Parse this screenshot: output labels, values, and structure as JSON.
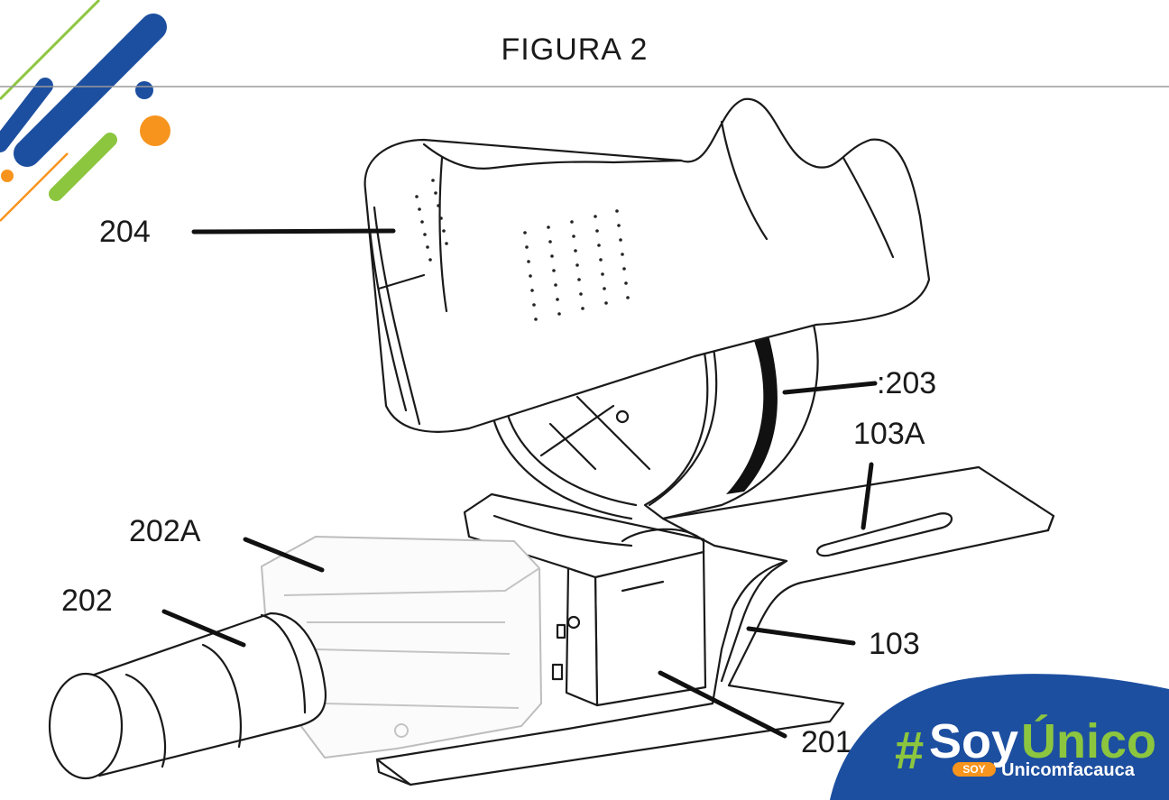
{
  "figure": {
    "title": "FIGURA 2",
    "labels": {
      "l204": "204",
      "l203": ":203",
      "l103a": "103A",
      "l202a": "202A",
      "l202": "202",
      "l103": "103",
      "l201": "201"
    }
  },
  "branding": {
    "hash": "#",
    "soy": "Soy",
    "unico": "Único",
    "pill": "SOY",
    "institution": "Unicomfacauca"
  },
  "colors": {
    "brand_blue": "#1d4fa0",
    "brand_green": "#8cc63f",
    "brand_orange": "#f7941d",
    "badge_bg": "#1d4fa0"
  }
}
